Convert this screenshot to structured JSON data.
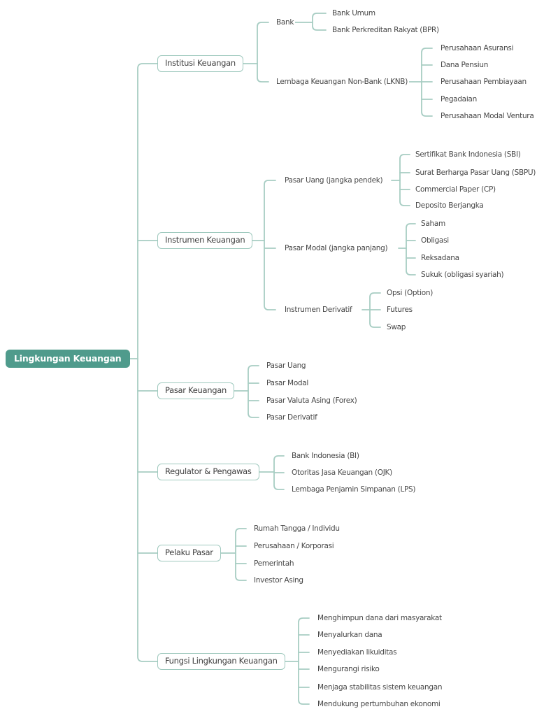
{
  "colors": {
    "root_fill": "#4f9b8c",
    "root_text": "#ffffff",
    "connector_line": "#a7cdc3",
    "box_border": "#9fc9be",
    "text": "#474747"
  },
  "root": {
    "label": "Lingkungan Keuangan"
  },
  "branches": [
    {
      "label": "Institusi Keuangan",
      "children": [
        {
          "label": "Bank",
          "children": [
            {
              "label": "Bank Umum"
            },
            {
              "label": "Bank Perkreditan Rakyat (BPR)"
            }
          ]
        },
        {
          "label": "Lembaga Keuangan Non-Bank (LKNB)",
          "children": [
            {
              "label": "Perusahaan Asuransi"
            },
            {
              "label": "Dana Pensiun"
            },
            {
              "label": "Perusahaan Pembiayaan"
            },
            {
              "label": "Pegadaian"
            },
            {
              "label": "Perusahaan Modal Ventura"
            }
          ]
        }
      ]
    },
    {
      "label": "Instrumen Keuangan",
      "children": [
        {
          "label": "Pasar Uang (jangka pendek)",
          "children": [
            {
              "label": "Sertifikat Bank Indonesia (SBI)"
            },
            {
              "label": "Surat Berharga Pasar Uang (SBPU)"
            },
            {
              "label": "Commercial Paper (CP)"
            },
            {
              "label": "Deposito Berjangka"
            }
          ]
        },
        {
          "label": "Pasar Modal (jangka panjang)",
          "children": [
            {
              "label": "Saham"
            },
            {
              "label": "Obligasi"
            },
            {
              "label": "Reksadana"
            },
            {
              "label": "Sukuk (obligasi syariah)"
            }
          ]
        },
        {
          "label": "Instrumen Derivatif",
          "children": [
            {
              "label": "Opsi (Option)"
            },
            {
              "label": "Futures"
            },
            {
              "label": "Swap"
            }
          ]
        }
      ]
    },
    {
      "label": "Pasar Keuangan",
      "children": [
        {
          "label": "Pasar Uang"
        },
        {
          "label": "Pasar Modal"
        },
        {
          "label": "Pasar Valuta Asing (Forex)"
        },
        {
          "label": "Pasar Derivatif"
        }
      ]
    },
    {
      "label": "Regulator & Pengawas",
      "children": [
        {
          "label": "Bank Indonesia (BI)"
        },
        {
          "label": "Otoritas Jasa Keuangan (OJK)"
        },
        {
          "label": "Lembaga Penjamin Simpanan (LPS)"
        }
      ]
    },
    {
      "label": "Pelaku Pasar",
      "children": [
        {
          "label": "Rumah Tangga / Individu"
        },
        {
          "label": "Perusahaan / Korporasi"
        },
        {
          "label": "Pemerintah"
        },
        {
          "label": "Investor Asing"
        }
      ]
    },
    {
      "label": "Fungsi Lingkungan Keuangan",
      "children": [
        {
          "label": "Menghimpun dana dari masyarakat"
        },
        {
          "label": "Menyalurkan dana"
        },
        {
          "label": "Menyediakan likuiditas"
        },
        {
          "label": "Mengurangi risiko"
        },
        {
          "label": "Menjaga stabilitas sistem keuangan"
        },
        {
          "label": "Mendukung pertumbuhan ekonomi"
        }
      ]
    }
  ]
}
